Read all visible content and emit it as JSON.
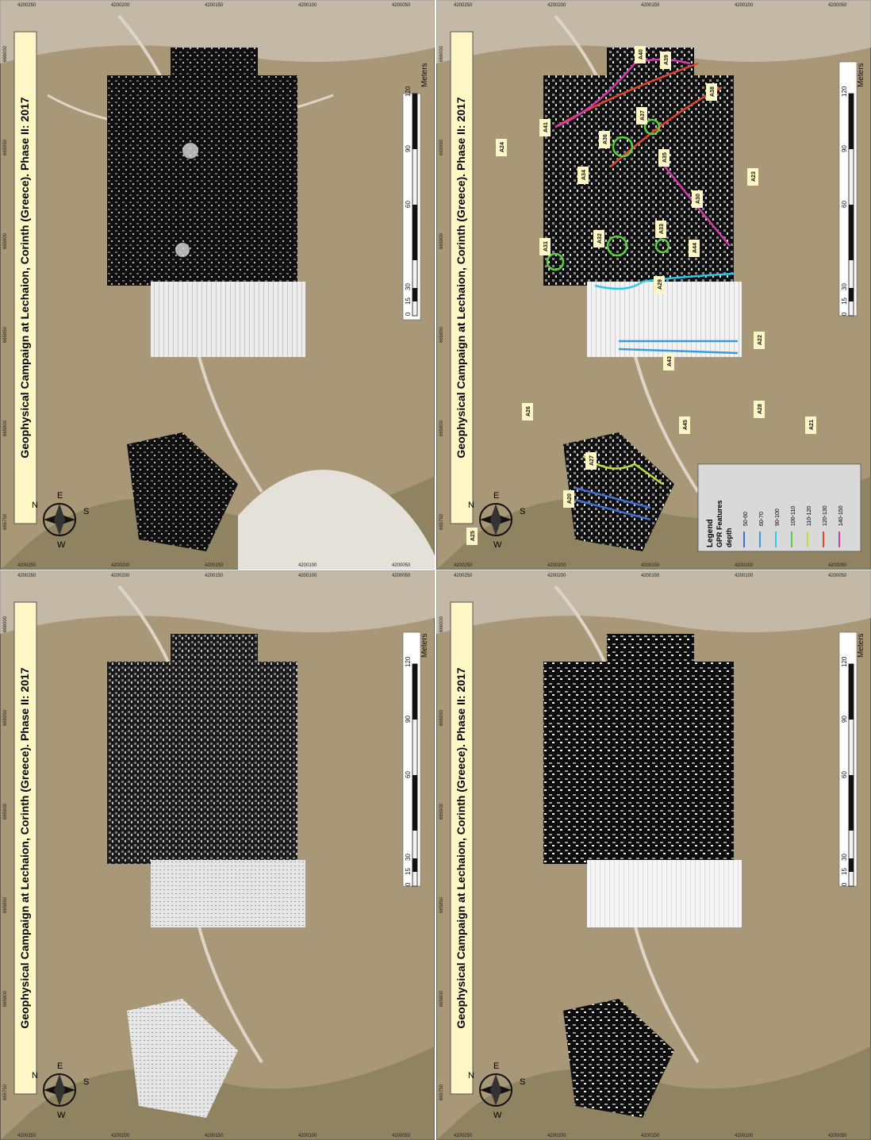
{
  "panels": [
    {
      "id": "top-left",
      "title": "Geophysical Campaign at Lechaion, Corinth (Greece). Phase II: 2017",
      "x_ticks": [
        "665750",
        "665800",
        "665850",
        "665900",
        "665950",
        "666000"
      ],
      "y_ticks": [
        "4200250",
        "4200200",
        "4200150",
        "4200100",
        "4200050"
      ],
      "compass": {
        "n": "N",
        "e": "E",
        "s": "S",
        "w": "W"
      },
      "scale": {
        "ticks": [
          "0",
          "15",
          "30",
          "60",
          "90",
          "120"
        ],
        "unit": "Meters"
      },
      "labels": []
    },
    {
      "id": "top-right",
      "title": "Geophysical Campaign at Lechaion, Corinth (Greece). Phase II: 2017",
      "x_ticks": [
        "665750",
        "665800",
        "665850",
        "665900",
        "665950",
        "666000"
      ],
      "y_ticks": [
        "4200250",
        "4200200",
        "4200150",
        "4200100",
        "4200050"
      ],
      "compass": {
        "n": "N",
        "e": "E",
        "s": "S",
        "w": "W"
      },
      "scale": {
        "ticks": [
          "0",
          "15",
          "30",
          "60",
          "90",
          "120"
        ],
        "unit": "Meters"
      },
      "labels": [
        "A40",
        "A39",
        "A41",
        "A24",
        "A38",
        "A37",
        "A36",
        "A35",
        "A34",
        "A23",
        "A30",
        "A31",
        "A32",
        "A33",
        "A44",
        "A29",
        "A22",
        "A43",
        "A26",
        "A45",
        "A28",
        "A21",
        "A27",
        "A20",
        "A25"
      ],
      "legend": {
        "title": "Legend",
        "subtitle": "GPR Features",
        "depth_label": "depth",
        "items": [
          {
            "label": "50-60",
            "color": "#3f6fd6"
          },
          {
            "label": "60-70",
            "color": "#3a9be0"
          },
          {
            "label": "90-100",
            "color": "#2ec8e8"
          },
          {
            "label": "100-110",
            "color": "#5ad13c"
          },
          {
            "label": "110-120",
            "color": "#b8e23a"
          },
          {
            "label": "120-130",
            "color": "#e2452b"
          },
          {
            "label": "140-150",
            "color": "#d63ab0"
          }
        ]
      }
    },
    {
      "id": "bottom-left",
      "title": "Geophysical Campaign at Lechaion, Corinth (Greece). Phase II: 2017",
      "x_ticks": [
        "665750",
        "665800",
        "665850",
        "665900",
        "665950",
        "666000"
      ],
      "y_ticks": [
        "4200250",
        "4200200",
        "4200150",
        "4200100",
        "4200050"
      ],
      "compass": {
        "n": "N",
        "e": "E",
        "s": "S",
        "w": "W"
      },
      "scale": {
        "ticks": [
          "0",
          "15",
          "30",
          "60",
          "90",
          "120"
        ],
        "unit": "Meters"
      },
      "labels": []
    },
    {
      "id": "bottom-right",
      "title": "Geophysical Campaign at Lechaion, Corinth (Greece). Phase II: 2017",
      "x_ticks": [
        "665750",
        "665800",
        "665850",
        "665900",
        "665950",
        "666000"
      ],
      "y_ticks": [
        "4200250",
        "4200200",
        "4200150",
        "4200100",
        "4200050"
      ],
      "compass": {
        "n": "N",
        "e": "E",
        "s": "S",
        "w": "W"
      },
      "scale": {
        "ticks": [
          "0",
          "15",
          "30",
          "60",
          "90",
          "120"
        ],
        "unit": "Meters"
      },
      "labels": []
    }
  ],
  "colors": {
    "terrain": "#a08f6c",
    "terrain_light": "#d8d3c9",
    "vegetation": "#6f6a45",
    "title_box": "#fff8c6",
    "gpr_dark": "#111111",
    "gpr_light": "#f2f2f2"
  }
}
